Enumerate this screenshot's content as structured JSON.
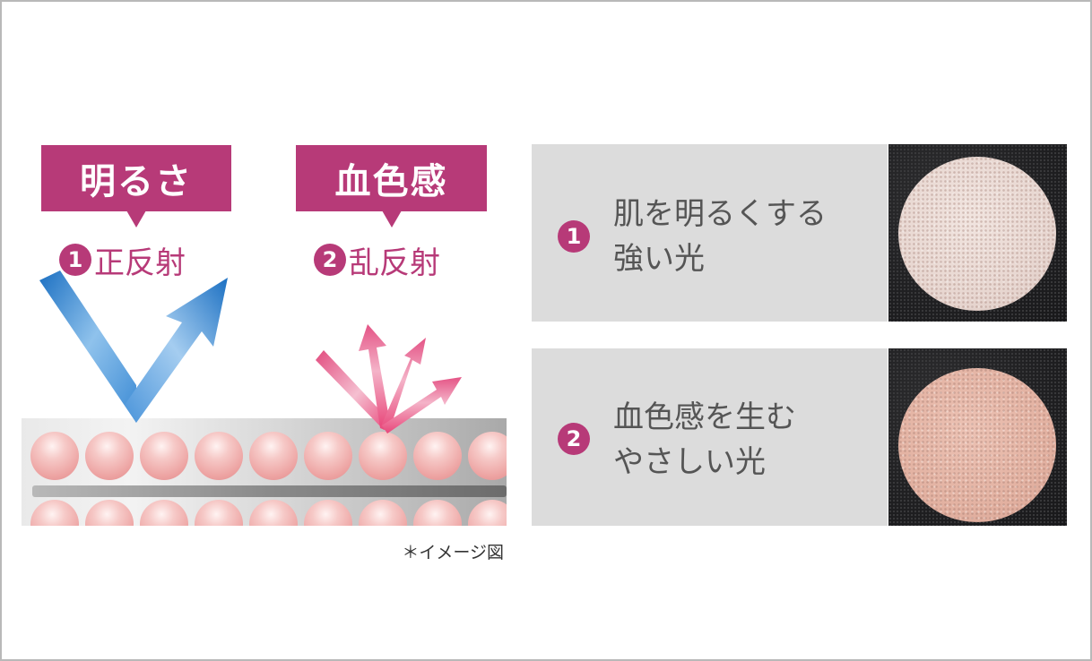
{
  "left_diagram": {
    "bubbles": [
      {
        "label": "明るさ",
        "reflection_number": "1",
        "reflection_label": "正反射"
      },
      {
        "label": "血色感",
        "reflection_number": "2",
        "reflection_label": "乱反射"
      }
    ],
    "note": "＊イメージ図"
  },
  "right_panels": [
    {
      "number": "1",
      "line1": "肌を明るくする",
      "line2": "強い光",
      "powder_color": "#e9d9d3"
    },
    {
      "number": "2",
      "line1": "血色感を生む",
      "line2": "やさしい光",
      "powder_color": "#e4b5a6"
    }
  ],
  "colors": {
    "accent": "#b73a78",
    "panel_bg": "#dcdcdc",
    "blue_arrow": "#1f78c8",
    "pink_arrow": "#e8507f",
    "particle_pink": "#eda3a2"
  }
}
